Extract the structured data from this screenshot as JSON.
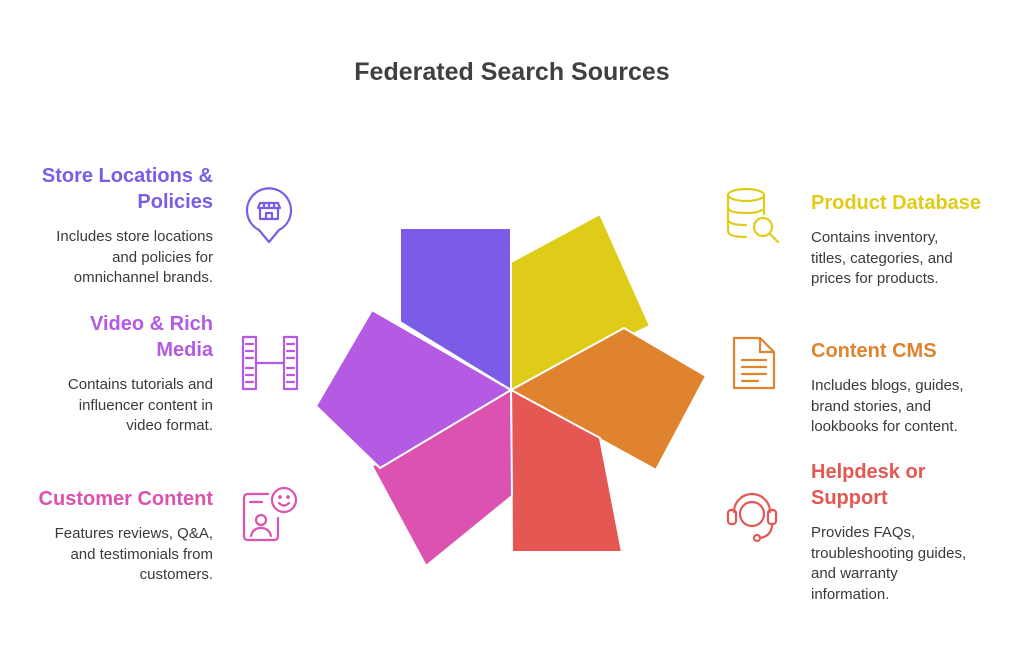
{
  "title": "Federated Search Sources",
  "colors": {
    "purple": "#7b5ce6",
    "violet": "#b45ae3",
    "magenta": "#db52b0",
    "red": "#e45753",
    "orange": "#df832f",
    "yellow": "#dfcc18",
    "text": "#3a3a3a"
  },
  "sources": [
    {
      "key": "store",
      "title": "Store Locations & Policies",
      "title_lines": [
        "Store Locations &",
        "Policies"
      ],
      "description": "Includes store locations and policies for omnichannel brands.",
      "desc_lines": [
        "Includes store locations",
        "and policies for",
        "omnichannel brands."
      ],
      "icon": "store-location-pin-icon",
      "color": "#7b5ce6"
    },
    {
      "key": "video",
      "title": "Video & Rich Media",
      "title_lines": [
        "Video & Rich",
        "Media"
      ],
      "description": "Contains tutorials and influencer content in video format.",
      "desc_lines": [
        "Contains tutorials and",
        "influencer content in",
        "video format."
      ],
      "icon": "film-strip-icon",
      "color": "#b45ae3"
    },
    {
      "key": "customer",
      "title": "Customer Content",
      "title_lines": [
        "Customer Content"
      ],
      "description": "Features reviews, Q&A, and testimonials from customers.",
      "desc_lines": [
        "Features reviews, Q&A,",
        "and testimonials from",
        "customers."
      ],
      "icon": "customer-review-icon",
      "color": "#db52b0"
    },
    {
      "key": "product",
      "title": "Product Database",
      "title_lines": [
        "Product Database"
      ],
      "description": "Contains inventory, titles, categories, and prices for products.",
      "desc_lines": [
        "Contains inventory,",
        "titles, categories, and",
        "prices for products."
      ],
      "icon": "database-search-icon",
      "color": "#dfcc18"
    },
    {
      "key": "cms",
      "title": "Content CMS",
      "title_lines": [
        "Content CMS"
      ],
      "description": "Includes blogs, guides, brand stories, and lookbooks for content.",
      "desc_lines": [
        "Includes blogs, guides,",
        "brand stories, and",
        "lookbooks for content."
      ],
      "icon": "document-icon",
      "color": "#df832f"
    },
    {
      "key": "helpdesk",
      "title": "Helpdesk or Support",
      "title_lines": [
        "Helpdesk or",
        "Support"
      ],
      "description": "Provides FAQs, troubleshooting guides, and warranty information.",
      "desc_lines": [
        "Provides FAQs,",
        "troubleshooting guides,",
        "and warranty",
        "information."
      ],
      "icon": "support-headset-icon",
      "color": "#e45753"
    }
  ]
}
